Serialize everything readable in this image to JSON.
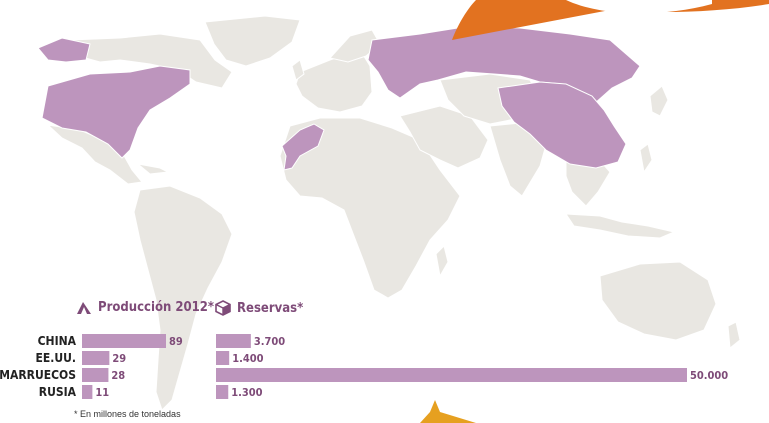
{
  "legend": {
    "production_label": "Producción 2012*",
    "reserves_label": "Reservas*",
    "production_icon": "triangle-frame-icon",
    "reserves_icon": "cube-icon"
  },
  "footnote": "* En millones de toneladas",
  "colors": {
    "highlight": "#bd95bd",
    "land": "#e9e7e2",
    "ocean": "#ffffff",
    "callout_top": "#e27220",
    "callout_bottom": "#e6a020",
    "text_dark": "#222222",
    "label_purple": "#7e4b78"
  },
  "chart_data": [
    {
      "type": "bar",
      "orientation": "horizontal",
      "title": "Producción 2012*",
      "categories": [
        "CHINA",
        "EE.UU.",
        "MARRUECOS",
        "RUSIA"
      ],
      "values": [
        89,
        29,
        28,
        11
      ],
      "value_labels": [
        "89",
        "29",
        "28",
        "11"
      ]
    },
    {
      "type": "bar",
      "orientation": "horizontal",
      "title": "Reservas*",
      "categories": [
        "CHINA",
        "EE.UU.",
        "MARRUECOS",
        "RUSIA"
      ],
      "values": [
        3700,
        1400,
        50000,
        1300
      ],
      "value_labels": [
        "3.700",
        "1.400",
        "50.000",
        "1.300"
      ]
    }
  ]
}
